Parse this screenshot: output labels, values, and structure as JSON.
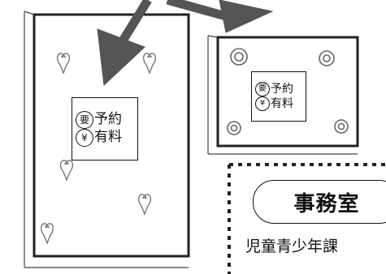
{
  "sign_large": {
    "line1_circled": "要",
    "line1_text": "予約",
    "line2_circled": "¥",
    "line2_text": "有料"
  },
  "sign_small": {
    "line1_circled": "要",
    "line1_text": "予約",
    "line2_circled": "¥",
    "line2_text": "有料"
  },
  "office": {
    "label": "事務室",
    "section_text": "児童青少年課"
  },
  "colors": {
    "arrow": "#555555",
    "ink": "#111111",
    "dashed_box": "#222222"
  },
  "icons": [
    "heart-icon",
    "swirl-icon",
    "arrow-icon"
  ]
}
